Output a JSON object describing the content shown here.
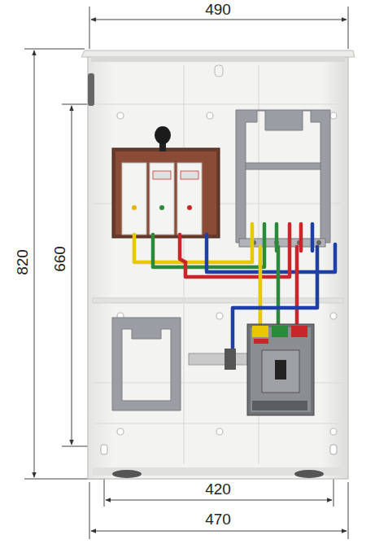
{
  "diagram": {
    "labels": [
      "490",
      "820",
      "660",
      "420",
      "470"
    ]
  }
}
